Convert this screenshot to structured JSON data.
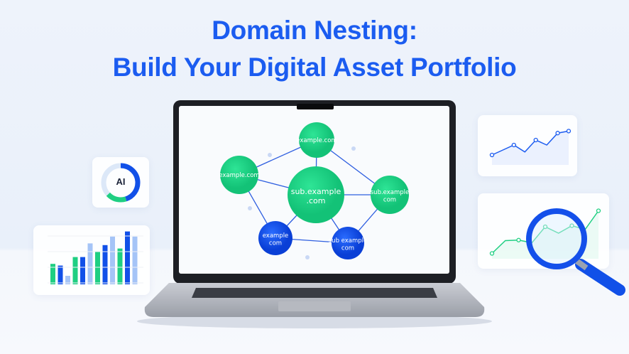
{
  "title": {
    "line1": "Domain Nesting:",
    "line2": "Build Your Digital Asset Portfolio"
  },
  "colors": {
    "title": "#1b5cf0",
    "green_node": "#1fcf82",
    "blue_node": "#1150e8",
    "link": "#2f5fe0"
  },
  "network": {
    "nodes": [
      {
        "id": "top",
        "line1": "example.com",
        "line2": "",
        "color": "green"
      },
      {
        "id": "left",
        "line1": "example.com",
        "line2": "",
        "color": "green"
      },
      {
        "id": "center",
        "line1": "sub.example",
        "line2": ".com",
        "color": "green"
      },
      {
        "id": "right",
        "line1": "sub.example",
        "line2": "com",
        "color": "green"
      },
      {
        "id": "bottom-left",
        "line1": "example",
        "line2": "com",
        "color": "blue"
      },
      {
        "id": "bottom-right",
        "line1": "sub example",
        "line2": "com",
        "color": "blue"
      }
    ]
  },
  "donut_card": {
    "label": "AI",
    "segments": [
      {
        "color": "#1150e8",
        "share": 0.45
      },
      {
        "color": "#1fcf82",
        "share": 0.18
      }
    ]
  },
  "bar_card": {
    "values": [
      24,
      22,
      10,
      32,
      32,
      48,
      38,
      46,
      56,
      42,
      62,
      56
    ]
  },
  "line_card": {
    "values": [
      10,
      15,
      20,
      13,
      25,
      20,
      32,
      34
    ]
  },
  "search_card": {
    "values": [
      10,
      34,
      35,
      30,
      60,
      48,
      62,
      55,
      90
    ]
  },
  "icons": [
    "magnifier-icon",
    "laptop-illustration"
  ]
}
